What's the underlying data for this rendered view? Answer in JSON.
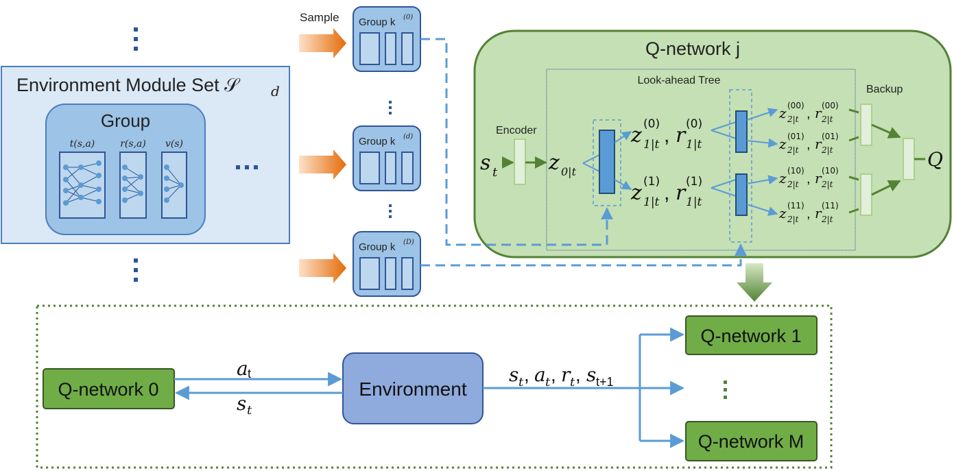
{
  "env_set": {
    "title": "Environment Module Set 𝒮",
    "title_sub": "d",
    "group_label": "Group",
    "func_labels": [
      "t(s,a)",
      "r(s,a)",
      "v(s)"
    ]
  },
  "sample_label": "Sample",
  "groups": [
    {
      "label": "Group k",
      "sup": "(0)"
    },
    {
      "label": "Group k",
      "sup": "(d)"
    },
    {
      "label": "Group k",
      "sup": "(D)"
    }
  ],
  "qnet_j": {
    "title": "Q-network j",
    "lookahead_label": "Look-ahead Tree",
    "encoder_label": "Encoder",
    "backup_label": "Backup",
    "s_t": "s",
    "s_t_sub": "t",
    "z0": "z",
    "z0_sub": "0|t",
    "z1": [
      {
        "text": "z",
        "sup": "(0)",
        "sub": "1|t",
        "r": "r",
        "rsup": "(0)",
        "rsub": "1|t"
      },
      {
        "text": "z",
        "sup": "(1)",
        "sub": "1|t",
        "r": "r",
        "rsup": "(1)",
        "rsub": "1|t"
      }
    ],
    "z2": [
      {
        "sup": "(00)",
        "sub": "2|t"
      },
      {
        "sup": "(01)",
        "sub": "2|t"
      },
      {
        "sup": "(10)",
        "sub": "2|t"
      },
      {
        "sup": "(11)",
        "sub": "2|t"
      }
    ],
    "q_label": "Q"
  },
  "bottom": {
    "qnet0": "Q-network 0",
    "environment": "Environment",
    "qnet1": "Q-network 1",
    "qnetM": "Q-network M",
    "a_t": "a",
    "a_t_sub": "t",
    "s_t": "s",
    "s_t_sub": "t",
    "transition": "s",
    "transition_parts": [
      "t",
      "a",
      "t",
      "r",
      "t",
      "s",
      "t+1"
    ]
  },
  "colors": {
    "env_fill": "#dbe8f6",
    "env_stroke": "#4a7ebb",
    "group_fill": "#9dc3e6",
    "qnet_fill": "#c5e0b4",
    "qnet_stroke": "#538135",
    "green_box": "#70ad47",
    "arrow_orange": "#e46c0a",
    "blue_line": "#5b9bd5",
    "env_box": "#8faadc"
  }
}
